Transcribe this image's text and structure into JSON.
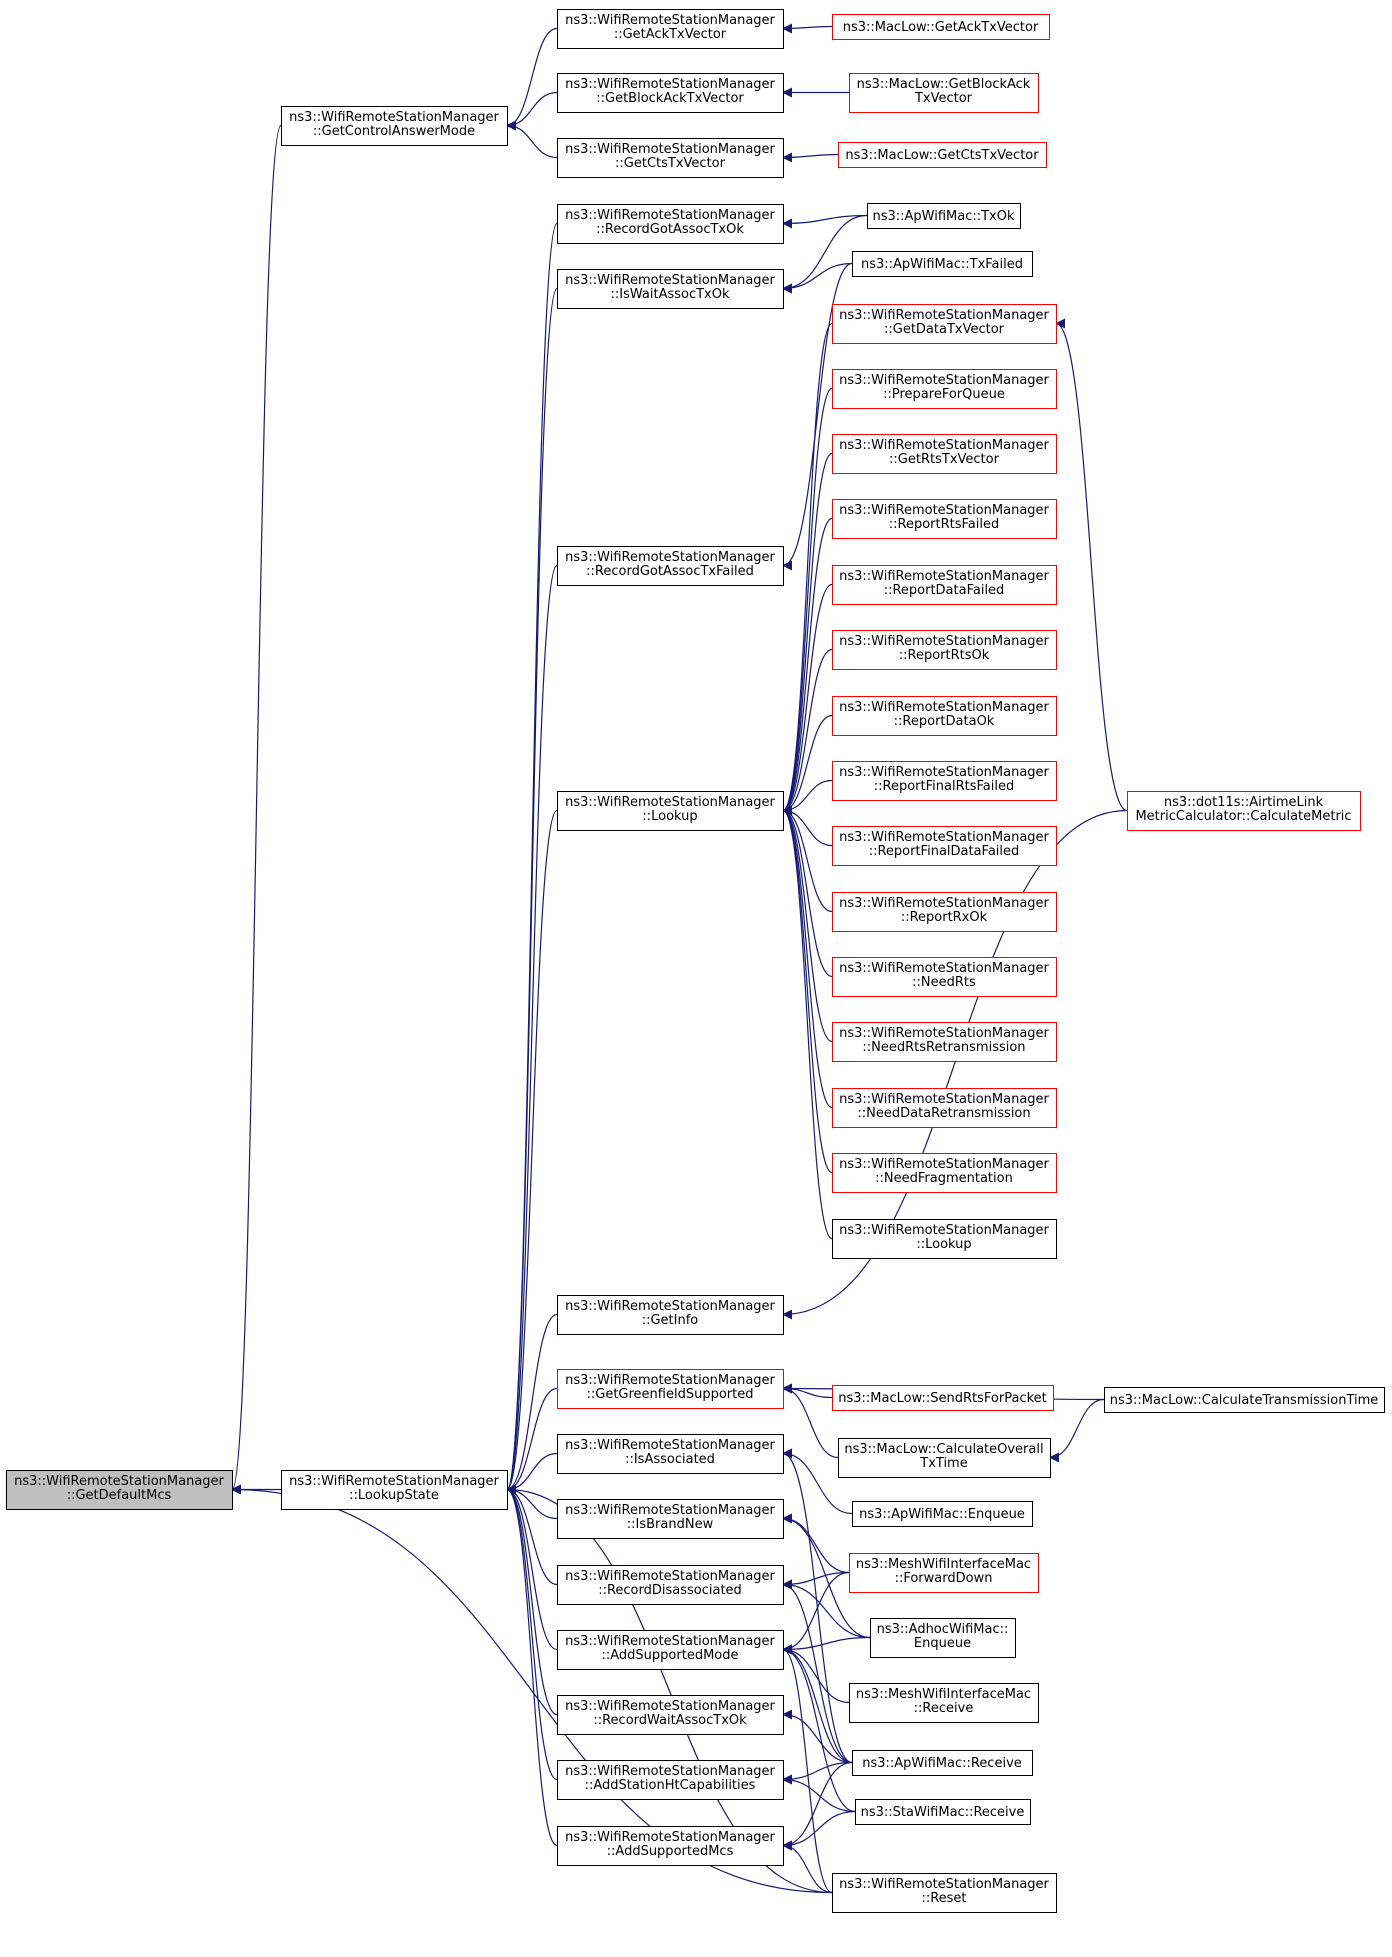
{
  "diagram": {
    "title": "",
    "colors": {
      "edge": "#191970",
      "node_border": "#000000",
      "node_border_truncated": "#ff0000",
      "node_fill": "#ffffff",
      "root_fill": "#bfbfbf"
    },
    "nodes": [
      {
        "id": "root",
        "lines": [
          "ns3::WifiRemoteStationManager",
          "::GetDefaultMcs"
        ],
        "style": "root"
      },
      {
        "id": "lookupstate",
        "lines": [
          "ns3::WifiRemoteStationManager",
          "::LookupState"
        ],
        "style": "normal"
      },
      {
        "id": "getctrlanswer",
        "lines": [
          "ns3::WifiRemoteStationManager",
          "::GetControlAnswerMode"
        ],
        "style": "normal"
      },
      {
        "id": "getacktx",
        "lines": [
          "ns3::WifiRemoteStationManager",
          "::GetAckTxVector"
        ],
        "style": "normal"
      },
      {
        "id": "getblockacktx",
        "lines": [
          "ns3::WifiRemoteStationManager",
          "::GetBlockAckTxVector"
        ],
        "style": "normal"
      },
      {
        "id": "getctstx",
        "lines": [
          "ns3::WifiRemoteStationManager",
          "::GetCtsTxVector"
        ],
        "style": "normal"
      },
      {
        "id": "maclow_getack",
        "lines": [
          "ns3::MacLow::GetAckTxVector"
        ],
        "style": "truncated"
      },
      {
        "id": "maclow_getblockack",
        "lines": [
          "ns3::MacLow::GetBlockAck",
          "TxVector"
        ],
        "style": "truncated"
      },
      {
        "id": "maclow_getcts",
        "lines": [
          "ns3::MacLow::GetCtsTxVector"
        ],
        "style": "truncated"
      },
      {
        "id": "recordgotassoctxok",
        "lines": [
          "ns3::WifiRemoteStationManager",
          "::RecordGotAssocTxOk"
        ],
        "style": "normal"
      },
      {
        "id": "iswaitassoctxok",
        "lines": [
          "ns3::WifiRemoteStationManager",
          "::IsWaitAssocTxOk"
        ],
        "style": "normal"
      },
      {
        "id": "apwifimac_txok",
        "lines": [
          "ns3::ApWifiMac::TxOk"
        ],
        "style": "normal"
      },
      {
        "id": "apwifimac_txfailed",
        "lines": [
          "ns3::ApWifiMac::TxFailed"
        ],
        "style": "normal"
      },
      {
        "id": "recordgotassoctxfailed",
        "lines": [
          "ns3::WifiRemoteStationManager",
          "::RecordGotAssocTxFailed"
        ],
        "style": "normal"
      },
      {
        "id": "lookup",
        "lines": [
          "ns3::WifiRemoteStationManager",
          "::Lookup"
        ],
        "style": "normal"
      },
      {
        "id": "getdatatx",
        "lines": [
          "ns3::WifiRemoteStationManager",
          "::GetDataTxVector"
        ],
        "style": "truncated"
      },
      {
        "id": "prepareforqueue",
        "lines": [
          "ns3::WifiRemoteStationManager",
          "::PrepareForQueue"
        ],
        "style": "truncated"
      },
      {
        "id": "getrtstx",
        "lines": [
          "ns3::WifiRemoteStationManager",
          "::GetRtsTxVector"
        ],
        "style": "truncated"
      },
      {
        "id": "reportrtsfailed",
        "lines": [
          "ns3::WifiRemoteStationManager",
          "::ReportRtsFailed"
        ],
        "style": "truncated"
      },
      {
        "id": "reportdatafailed",
        "lines": [
          "ns3::WifiRemoteStationManager",
          "::ReportDataFailed"
        ],
        "style": "truncated"
      },
      {
        "id": "reportrtsok",
        "lines": [
          "ns3::WifiRemoteStationManager",
          "::ReportRtsOk"
        ],
        "style": "truncated"
      },
      {
        "id": "reportdataok",
        "lines": [
          "ns3::WifiRemoteStationManager",
          "::ReportDataOk"
        ],
        "style": "truncated"
      },
      {
        "id": "reportfinalrtsfailed",
        "lines": [
          "ns3::WifiRemoteStationManager",
          "::ReportFinalRtsFailed"
        ],
        "style": "truncated"
      },
      {
        "id": "reportfinaldatafailed",
        "lines": [
          "ns3::WifiRemoteStationManager",
          "::ReportFinalDataFailed"
        ],
        "style": "truncated"
      },
      {
        "id": "reportrxok",
        "lines": [
          "ns3::WifiRemoteStationManager",
          "::ReportRxOk"
        ],
        "style": "truncated"
      },
      {
        "id": "needrts",
        "lines": [
          "ns3::WifiRemoteStationManager",
          "::NeedRts"
        ],
        "style": "truncated"
      },
      {
        "id": "needrtsretrans",
        "lines": [
          "ns3::WifiRemoteStationManager",
          "::NeedRtsRetransmission"
        ],
        "style": "truncated"
      },
      {
        "id": "needdataretrans",
        "lines": [
          "ns3::WifiRemoteStationManager",
          "::NeedDataRetransmission"
        ],
        "style": "truncated"
      },
      {
        "id": "needfrag",
        "lines": [
          "ns3::WifiRemoteStationManager",
          "::NeedFragmentation"
        ],
        "style": "truncated"
      },
      {
        "id": "lookup2",
        "lines": [
          "ns3::WifiRemoteStationManager",
          "::Lookup"
        ],
        "style": "normal"
      },
      {
        "id": "airtime",
        "lines": [
          "ns3::dot11s::AirtimeLink",
          "MetricCalculator::CalculateMetric"
        ],
        "style": "truncated"
      },
      {
        "id": "getinfo",
        "lines": [
          "ns3::WifiRemoteStationManager",
          "::GetInfo"
        ],
        "style": "normal"
      },
      {
        "id": "getgreenfield",
        "lines": [
          "ns3::WifiRemoteStationManager",
          "::GetGreenfieldSupported"
        ],
        "style": "truncated"
      },
      {
        "id": "maclow_sendrts",
        "lines": [
          "ns3::MacLow::SendRtsForPacket"
        ],
        "style": "truncated"
      },
      {
        "id": "maclow_calctranstime",
        "lines": [
          "ns3::MacLow::CalculateTransmissionTime"
        ],
        "style": "normal"
      },
      {
        "id": "maclow_calcoverall",
        "lines": [
          "ns3::MacLow::CalculateOverall",
          "TxTime"
        ],
        "style": "normal"
      },
      {
        "id": "isassociated",
        "lines": [
          "ns3::WifiRemoteStationManager",
          "::IsAssociated"
        ],
        "style": "normal"
      },
      {
        "id": "apwifimac_enqueue",
        "lines": [
          "ns3::ApWifiMac::Enqueue"
        ],
        "style": "normal"
      },
      {
        "id": "isbrandnew",
        "lines": [
          "ns3::WifiRemoteStationManager",
          "::IsBrandNew"
        ],
        "style": "normal"
      },
      {
        "id": "meshwifi_forwarddown",
        "lines": [
          "ns3::MeshWifiInterfaceMac",
          "::ForwardDown"
        ],
        "style": "truncated"
      },
      {
        "id": "recorddisassoc",
        "lines": [
          "ns3::WifiRemoteStationManager",
          "::RecordDisassociated"
        ],
        "style": "normal"
      },
      {
        "id": "adhoc_enqueue",
        "lines": [
          "ns3::AdhocWifiMac::",
          "Enqueue"
        ],
        "style": "normal"
      },
      {
        "id": "addsupportedmode",
        "lines": [
          "ns3::WifiRemoteStationManager",
          "::AddSupportedMode"
        ],
        "style": "normal"
      },
      {
        "id": "meshwifi_receive",
        "lines": [
          "ns3::MeshWifiInterfaceMac",
          "::Receive"
        ],
        "style": "normal"
      },
      {
        "id": "recordwaitassoc",
        "lines": [
          "ns3::WifiRemoteStationManager",
          "::RecordWaitAssocTxOk"
        ],
        "style": "normal"
      },
      {
        "id": "apwifimac_receive",
        "lines": [
          "ns3::ApWifiMac::Receive"
        ],
        "style": "normal"
      },
      {
        "id": "addstationht",
        "lines": [
          "ns3::WifiRemoteStationManager",
          "::AddStationHtCapabilities"
        ],
        "style": "normal"
      },
      {
        "id": "stawifimac_receive",
        "lines": [
          "ns3::StaWifiMac::Receive"
        ],
        "style": "normal"
      },
      {
        "id": "addsupportedmcs",
        "lines": [
          "ns3::WifiRemoteStationManager",
          "::AddSupportedMcs"
        ],
        "style": "normal"
      },
      {
        "id": "reset",
        "lines": [
          "ns3::WifiRemoteStationManager",
          "::Reset"
        ],
        "style": "normal"
      }
    ],
    "edges": [
      {
        "from": "lookupstate",
        "to": "root"
      },
      {
        "from": "getctrlanswer",
        "to": "root"
      },
      {
        "from": "reset",
        "to": "root"
      },
      {
        "from": "getacktx",
        "to": "getctrlanswer"
      },
      {
        "from": "getblockacktx",
        "to": "getctrlanswer"
      },
      {
        "from": "getctstx",
        "to": "getctrlanswer"
      },
      {
        "from": "maclow_getack",
        "to": "getacktx"
      },
      {
        "from": "maclow_getblockack",
        "to": "getblockacktx"
      },
      {
        "from": "maclow_getcts",
        "to": "getctstx"
      },
      {
        "from": "recordgotassoctxok",
        "to": "lookupstate"
      },
      {
        "from": "iswaitassoctxok",
        "to": "lookupstate"
      },
      {
        "from": "recordgotassoctxfailed",
        "to": "lookupstate"
      },
      {
        "from": "lookup",
        "to": "lookupstate"
      },
      {
        "from": "getinfo",
        "to": "lookupstate"
      },
      {
        "from": "getgreenfield",
        "to": "lookupstate"
      },
      {
        "from": "isassociated",
        "to": "lookupstate"
      },
      {
        "from": "isbrandnew",
        "to": "lookupstate"
      },
      {
        "from": "recorddisassoc",
        "to": "lookupstate"
      },
      {
        "from": "addsupportedmode",
        "to": "lookupstate"
      },
      {
        "from": "recordwaitassoc",
        "to": "lookupstate"
      },
      {
        "from": "addstationht",
        "to": "lookupstate"
      },
      {
        "from": "addsupportedmcs",
        "to": "lookupstate"
      },
      {
        "from": "reset",
        "to": "lookupstate"
      },
      {
        "from": "apwifimac_txok",
        "to": "recordgotassoctxok"
      },
      {
        "from": "apwifimac_txok",
        "to": "iswaitassoctxok"
      },
      {
        "from": "apwifimac_txfailed",
        "to": "iswaitassoctxok"
      },
      {
        "from": "apwifimac_txfailed",
        "to": "recordgotassoctxfailed"
      },
      {
        "from": "getdatatx",
        "to": "lookup"
      },
      {
        "from": "prepareforqueue",
        "to": "lookup"
      },
      {
        "from": "getrtstx",
        "to": "lookup"
      },
      {
        "from": "reportrtsfailed",
        "to": "lookup"
      },
      {
        "from": "reportdatafailed",
        "to": "lookup"
      },
      {
        "from": "reportrtsok",
        "to": "lookup"
      },
      {
        "from": "reportdataok",
        "to": "lookup"
      },
      {
        "from": "reportfinalrtsfailed",
        "to": "lookup"
      },
      {
        "from": "reportfinaldatafailed",
        "to": "lookup"
      },
      {
        "from": "reportrxok",
        "to": "lookup"
      },
      {
        "from": "needrts",
        "to": "lookup"
      },
      {
        "from": "needrtsretrans",
        "to": "lookup"
      },
      {
        "from": "needdataretrans",
        "to": "lookup"
      },
      {
        "from": "needfrag",
        "to": "lookup"
      },
      {
        "from": "lookup2",
        "to": "lookup"
      },
      {
        "from": "airtime",
        "to": "getdatatx"
      },
      {
        "from": "airtime",
        "to": "getinfo"
      },
      {
        "from": "maclow_sendrts",
        "to": "getgreenfield"
      },
      {
        "from": "maclow_calctranstime",
        "to": "getgreenfield"
      },
      {
        "from": "maclow_calcoverall",
        "to": "getgreenfield"
      },
      {
        "from": "maclow_calctranstime",
        "to": "maclow_calcoverall"
      },
      {
        "from": "apwifimac_enqueue",
        "to": "isassociated"
      },
      {
        "from": "apwifimac_receive",
        "to": "isassociated"
      },
      {
        "from": "meshwifi_forwarddown",
        "to": "isbrandnew"
      },
      {
        "from": "adhoc_enqueue",
        "to": "isbrandnew"
      },
      {
        "from": "meshwifi_forwarddown",
        "to": "recorddisassoc"
      },
      {
        "from": "adhoc_enqueue",
        "to": "recorddisassoc"
      },
      {
        "from": "apwifimac_receive",
        "to": "recorddisassoc"
      },
      {
        "from": "meshwifi_forwarddown",
        "to": "addsupportedmode"
      },
      {
        "from": "adhoc_enqueue",
        "to": "addsupportedmode"
      },
      {
        "from": "meshwifi_receive",
        "to": "addsupportedmode"
      },
      {
        "from": "apwifimac_receive",
        "to": "addsupportedmode"
      },
      {
        "from": "stawifimac_receive",
        "to": "addsupportedmode"
      },
      {
        "from": "reset",
        "to": "addsupportedmode"
      },
      {
        "from": "apwifimac_receive",
        "to": "recordwaitassoc"
      },
      {
        "from": "apwifimac_receive",
        "to": "addstationht"
      },
      {
        "from": "stawifimac_receive",
        "to": "addstationht"
      },
      {
        "from": "apwifimac_receive",
        "to": "addsupportedmcs"
      },
      {
        "from": "stawifimac_receive",
        "to": "addsupportedmcs"
      },
      {
        "from": "reset",
        "to": "addsupportedmcs"
      }
    ]
  }
}
